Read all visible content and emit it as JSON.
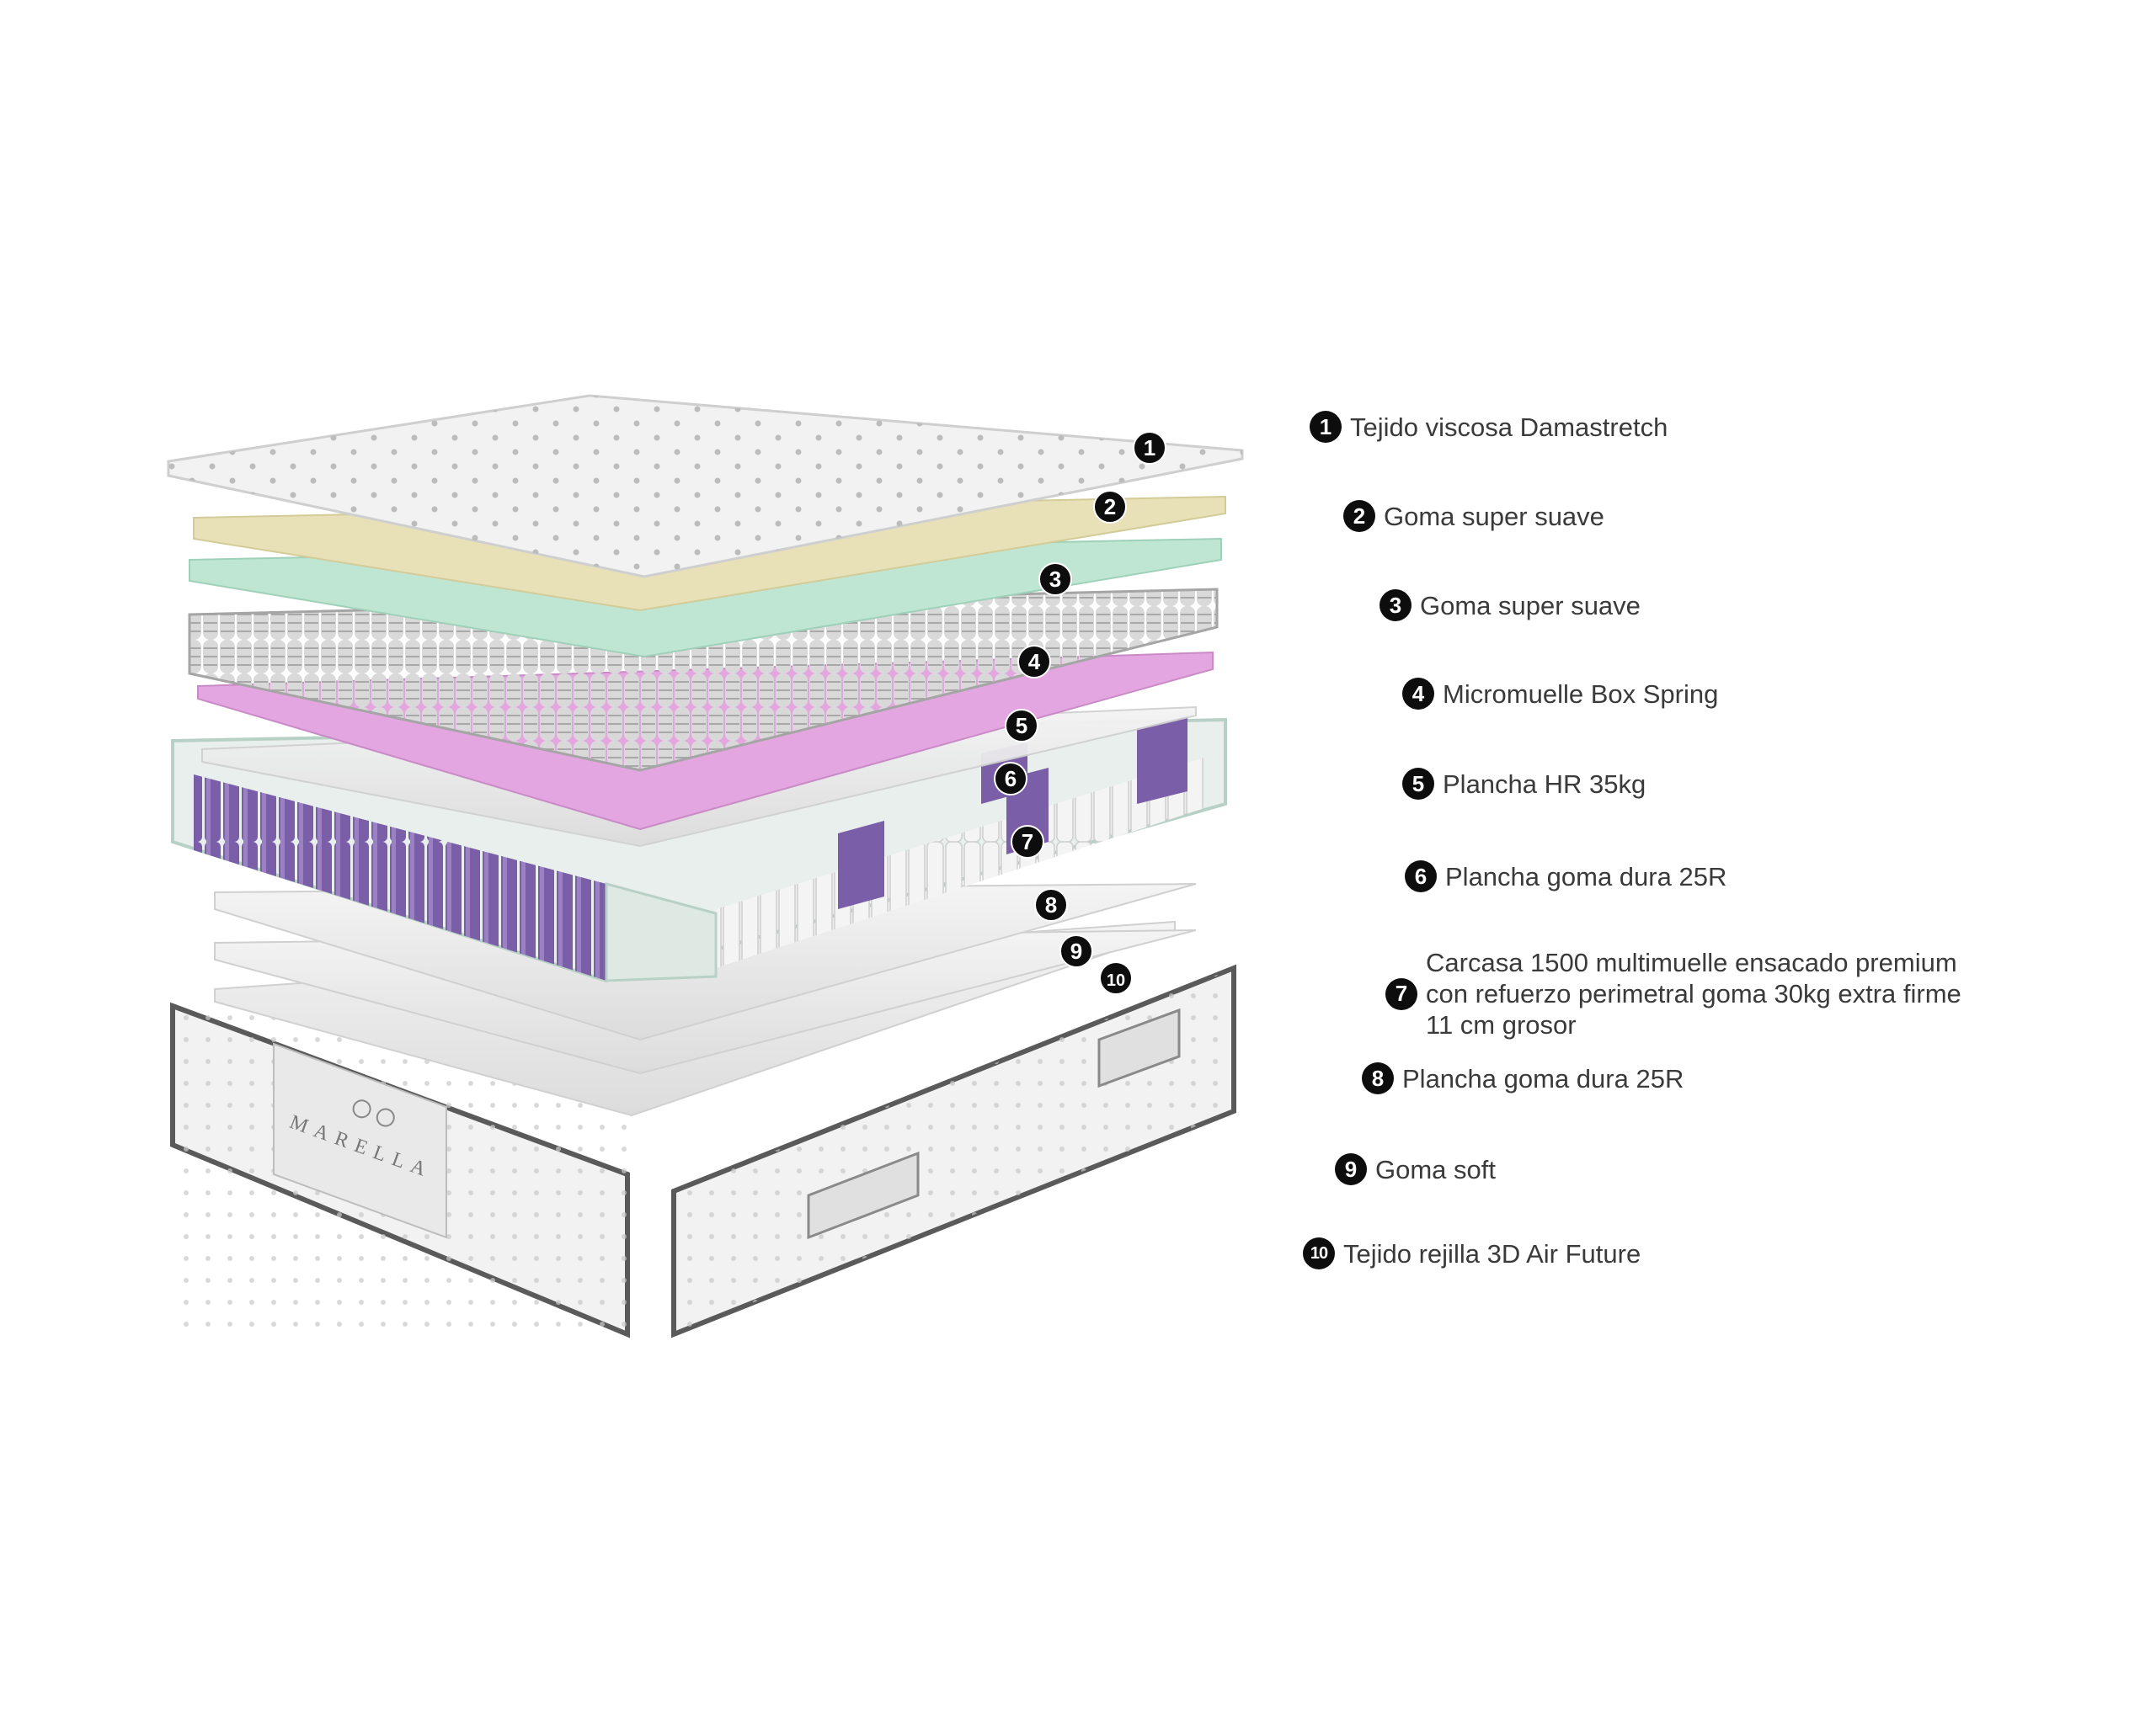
{
  "legend": [
    {
      "num": "1",
      "lines": [
        "Tejido viscosa Damastretch"
      ]
    },
    {
      "num": "2",
      "lines": [
        "Goma super suave"
      ]
    },
    {
      "num": "3",
      "lines": [
        "Goma super suave"
      ]
    },
    {
      "num": "4",
      "lines": [
        "Micromuelle Box Spring"
      ]
    },
    {
      "num": "5",
      "lines": [
        "Plancha HR 35kg"
      ]
    },
    {
      "num": "6",
      "lines": [
        "Plancha goma dura 25R"
      ]
    },
    {
      "num": "7",
      "lines": [
        "Carcasa 1500 multimuelle ensacado premium",
        "con refuerzo perimetral goma 30kg extra firme",
        "11 cm grosor"
      ]
    },
    {
      "num": "8",
      "lines": [
        "Plancha goma dura 25R"
      ]
    },
    {
      "num": "9",
      "lines": [
        "Goma soft"
      ]
    },
    {
      "num": "10",
      "lines": [
        "Tejido rejilla 3D Air Future"
      ]
    }
  ],
  "brand_lettering": "MARELLA",
  "colors": {
    "badge": "#0d0d0d",
    "fabric": "#f2f2f2",
    "yellow_foam": "#e8e1b8",
    "green_foam": "#bfe6d3",
    "pink_foam": "#e4a6e0",
    "purple_springs": "#7b5ea8",
    "grey_sheet": "#e6e6e6",
    "border": "#5a5a5a"
  }
}
